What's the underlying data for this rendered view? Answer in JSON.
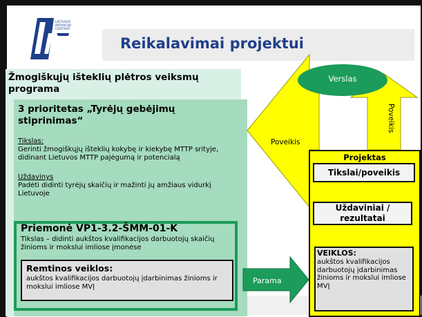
{
  "slide": {
    "title": "Reikalavimai projektui",
    "logo_lines": [
      "LIETUVOS",
      "INOVACIJŲ",
      "CENTRAS"
    ],
    "logo_mark": "LIC"
  },
  "program": {
    "title": "Žmogiškųjų išteklių plėtros veiksmų programa",
    "priority": {
      "title": "3 prioritetas „Tyrėjų gebėjimų stiprinimas“",
      "goal_label": "Tikslas:",
      "goal_text": "Gerinti žmogiškųjų išteklių kokybę ir kiekybę MTTP srityje, didinant Lietuvos MTTP pajėgumą ir potencialą",
      "task_label": "Uždavinys",
      "task_text": "Padėti didinti tyrėjų skaičių ir mažinti jų amžiaus vidurkį Lietuvoje"
    },
    "measure": {
      "title": "Priemonė VP1-3.2-ŠMM-01-K",
      "text": "Tikslas – didinti aukštos kvalifikacijos darbuotojų skaičių žinioms ir mokslui imliose įmonėse"
    },
    "support": {
      "title": "Remtinos veiklos:",
      "text": "aukštos kvalifikacijos darbuotojų įdarbinimas žinioms ir mokslui imliose MVĮ"
    }
  },
  "flow": {
    "verslas": "Verslas",
    "poveikis_left": "Poveikis",
    "poveikis_right": "Poveikis",
    "parama": "Parama"
  },
  "project": {
    "title": "Projektas",
    "goal_box": "Tikslai/poveikis",
    "tasks_box": "Uždaviniai / rezultatai",
    "activities_title": "VEIKLOS:",
    "activities_text": "aukštos kvalifikacijos darbuotojų įdarbinimas žinioms ir mokslui imliose MVĮ"
  },
  "colors": {
    "title_blue": "#1f3f8a",
    "green": "#1b9c5a",
    "light_green": "#a5dbbe",
    "yellow": "#ffff00",
    "arrow_blue": "#1426c8"
  }
}
